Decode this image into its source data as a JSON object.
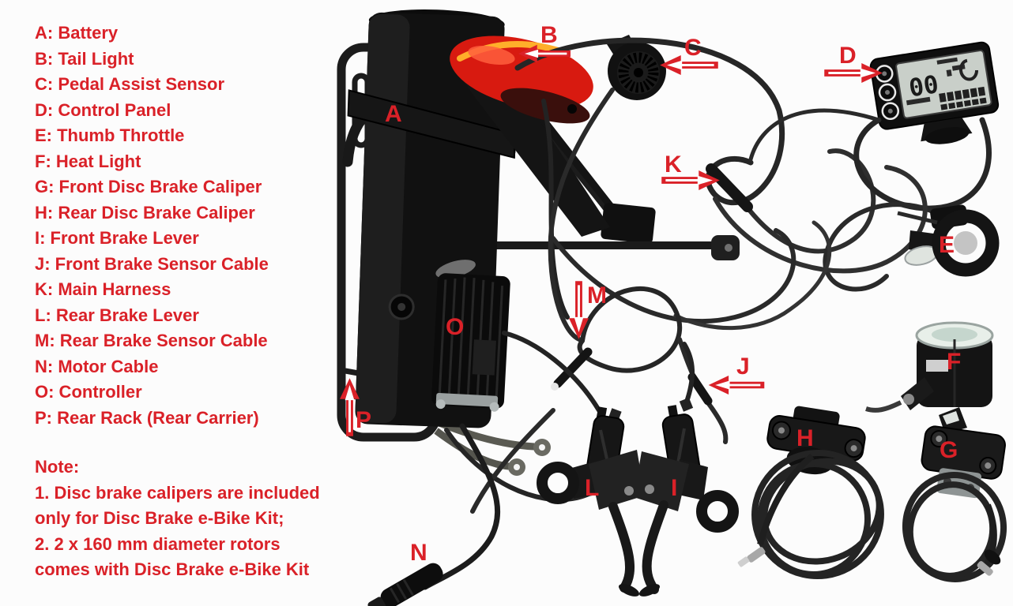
{
  "colors": {
    "label_red": "#da2128",
    "background": "#fcfcfc",
    "tail_light_red": "#d81a10",
    "tail_light_amber": "#ffaf2a"
  },
  "legend": {
    "items": [
      "A: Battery",
      "B: Tail Light",
      "C: Pedal Assist Sensor",
      "D: Control Panel",
      "E: Thumb Throttle",
      "F: Heat Light",
      "G: Front Disc Brake Caliper",
      "H: Rear Disc Brake Caliper",
      "I: Front Brake Lever",
      "J: Front Brake Sensor Cable",
      "K: Main Harness",
      "L: Rear Brake Lever",
      "M: Rear Brake Sensor Cable",
      "N: Motor Cable",
      "O: Controller",
      "P: Rear Rack (Rear Carrier)"
    ]
  },
  "note": {
    "title": "Note:",
    "lines": [
      "1. Disc brake calipers are included",
      "only for Disc Brake e-Bike Kit;",
      "2. 2 x 160 mm diameter rotors",
      "comes with Disc Brake e-Bike Kit"
    ]
  },
  "markers": {
    "A": "A",
    "B": "B",
    "C": "C",
    "D": "D",
    "E": "E",
    "F": "F",
    "G": "G",
    "H": "H",
    "I": "I",
    "J": "J",
    "K": "K",
    "L": "L",
    "M": "M",
    "N": "N",
    "O": "O",
    "P": "P"
  },
  "display": {
    "reading": "00"
  }
}
